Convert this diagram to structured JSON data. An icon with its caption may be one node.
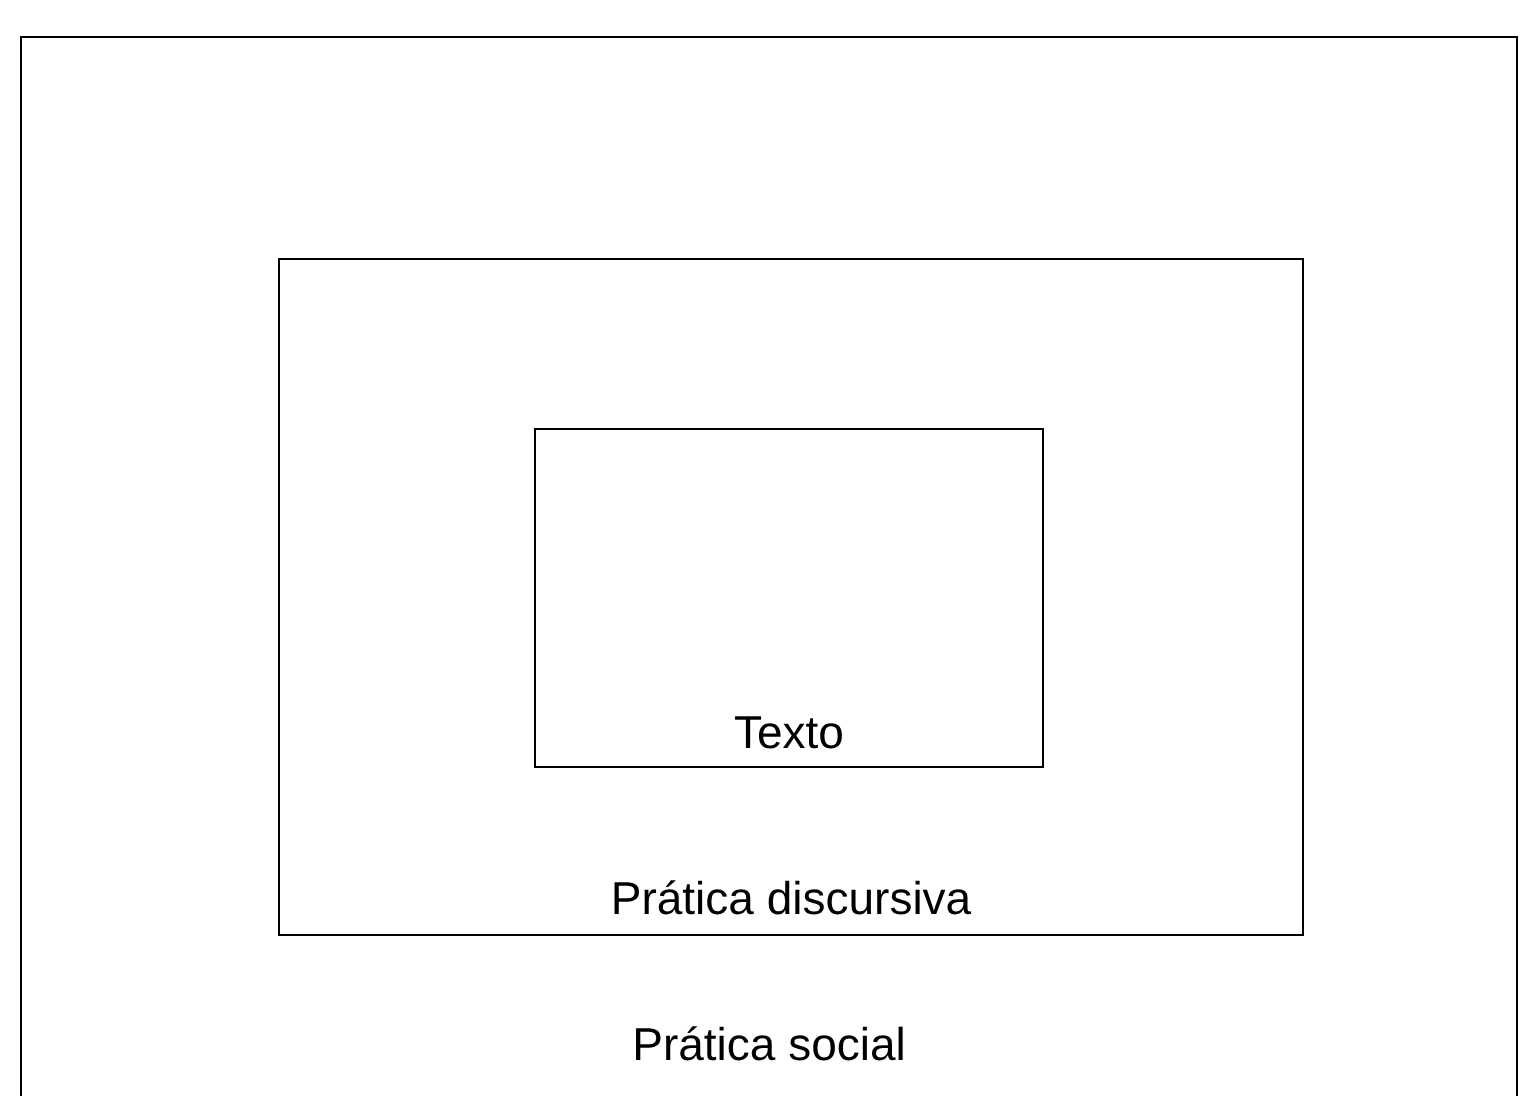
{
  "diagram": {
    "nodes": [
      {
        "text": [
          "Prática social"
        ]
      },
      {
        "text": [
          "Prática discursiva"
        ],
        "in": 0
      },
      {
        "text": [
          "Texto"
        ],
        "in": 1
      }
    ]
  }
}
